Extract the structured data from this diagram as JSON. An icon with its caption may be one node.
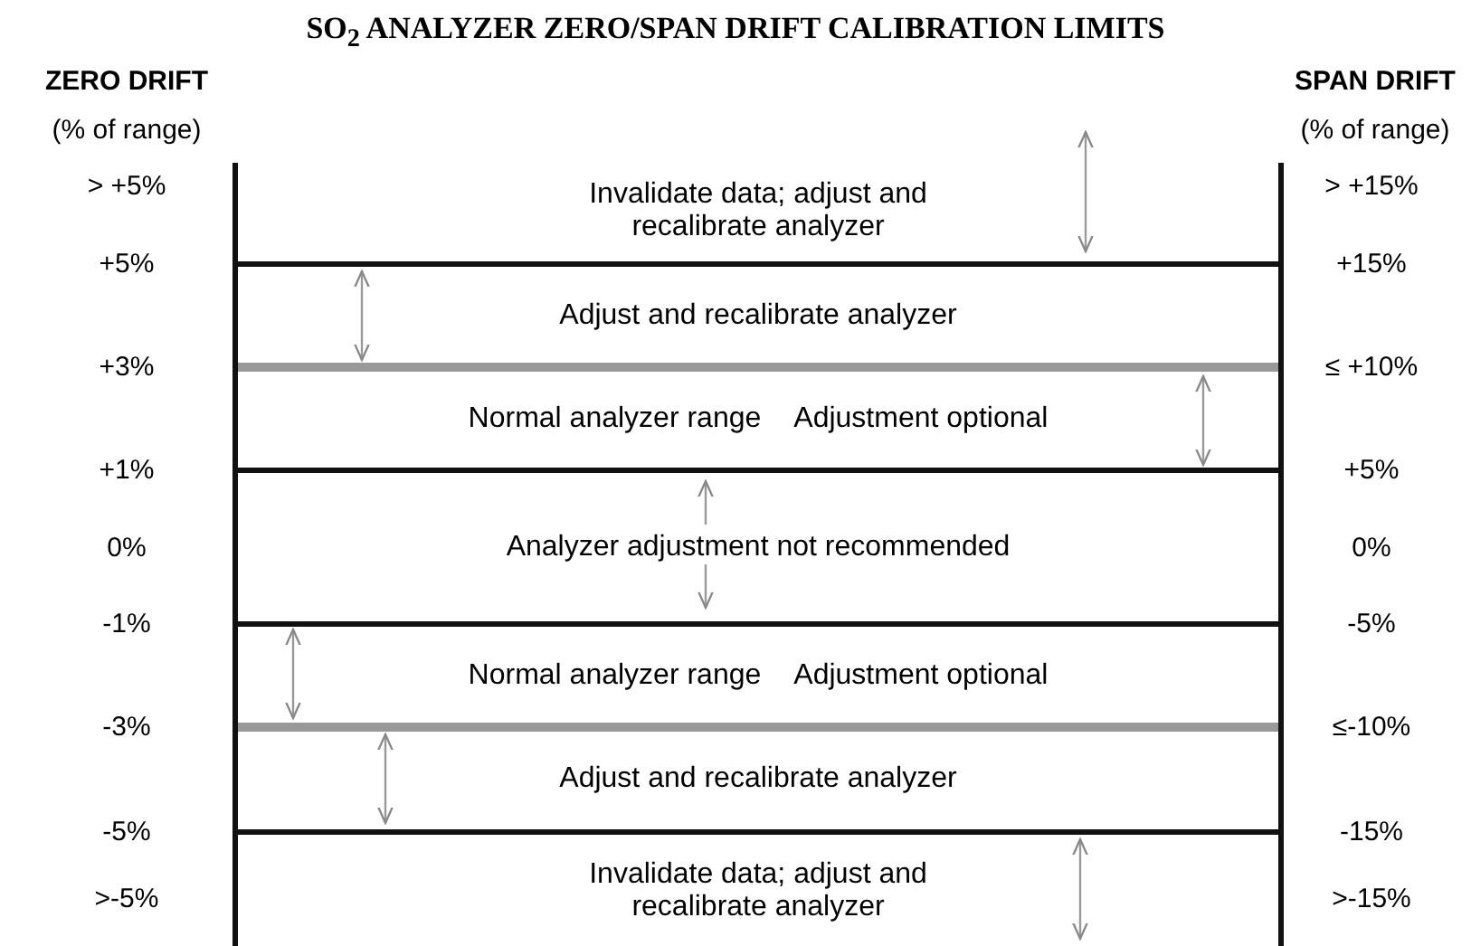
{
  "diagram": {
    "title": "SO$_{2}$ ANALYZER ZERO/SPAN DRIFT CALIBRATION LIMITS",
    "nodes": [
      {
        "text": [
          "Invalidate data; adjust and recalibrate analyzer"
        ]
      },
      {
        "text": [
          "Adjust and recalibrate analyzer"
        ]
      },
      {
        "text": [
          "Normal analyzer range",
          "Adjustment optional"
        ]
      },
      {
        "text": [
          "Analyzer adjustment not recommended"
        ]
      },
      {
        "text": [
          "Normal analyzer range",
          "Adjustment optional"
        ]
      },
      {
        "text": [
          "Adjust and recalibrate analyzer"
        ]
      },
      {
        "text": [
          "Invalidate data; adjust and recalibrate analyzer"
        ]
      }
    ],
    "edges": [],
    "labels": [
      "ZERO DRIFT",
      "SPAN DRIFT",
      "(% of range)",
      "(% of range)",
      "> +5%",
      "> +15%",
      "+5%",
      "+15%",
      "+3%",
      "≤ +10%",
      "+1%",
      "+5%",
      "0%",
      "0%",
      "-1%",
      "-5%",
      "-3%",
      "≤-10%",
      "-5%",
      "-15%",
      ">-5%",
      ">-15%"
    ]
  }
}
